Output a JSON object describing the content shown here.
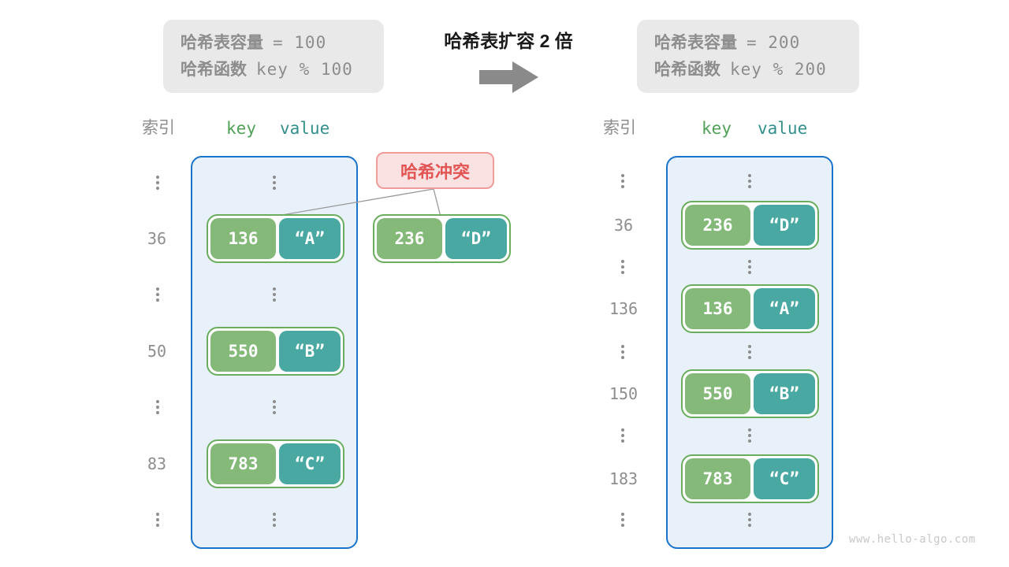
{
  "colors": {
    "info_box_bg": "#e9e9e9",
    "info_text": "#8d8d8d",
    "title_text": "#1a1a1a",
    "arrow": "#8a8a8a",
    "table_bg": "#e8f1fa",
    "table_border": "#1a73ca",
    "pair_border": "#6aad5d",
    "key_bg": "#85b97a",
    "value_bg": "#4aa8a2",
    "pair_text": "#ffffff",
    "index_text": "#8d8d8d",
    "key_header": "#50a158",
    "value_header": "#338f8c",
    "collision_bg": "#fbe2e2",
    "collision_border": "#f29b9b",
    "collision_text": "#e25555",
    "connector": "#999999",
    "dots": "#8c8c8c",
    "watermark": "#c8c8c8"
  },
  "header": {
    "before": {
      "capacity_label": "哈希表容量",
      "capacity_value": "= 100",
      "hash_label": "哈希函数",
      "hash_value": "key % 100"
    },
    "transition_title": "哈希表扩容 2 倍",
    "after": {
      "capacity_label": "哈希表容量",
      "capacity_value": "= 200",
      "hash_label": "哈希函数",
      "hash_value": "key % 200"
    }
  },
  "collision": {
    "label": "哈希冲突",
    "pair": {
      "key": "236",
      "value": "“D”"
    }
  },
  "left_table": {
    "headers": {
      "index": "索引",
      "key": "key",
      "value": "value"
    },
    "entries": [
      {
        "index": "36",
        "key": "136",
        "value": "“A”"
      },
      {
        "index": "50",
        "key": "550",
        "value": "“B”"
      },
      {
        "index": "83",
        "key": "783",
        "value": "“C”"
      }
    ]
  },
  "right_table": {
    "headers": {
      "index": "索引",
      "key": "key",
      "value": "value"
    },
    "entries": [
      {
        "index": "36",
        "key": "236",
        "value": "“D”"
      },
      {
        "index": "136",
        "key": "136",
        "value": "“A”"
      },
      {
        "index": "150",
        "key": "550",
        "value": "“B”"
      },
      {
        "index": "183",
        "key": "783",
        "value": "“C”"
      }
    ]
  },
  "watermark": "www.hello-algo.com"
}
